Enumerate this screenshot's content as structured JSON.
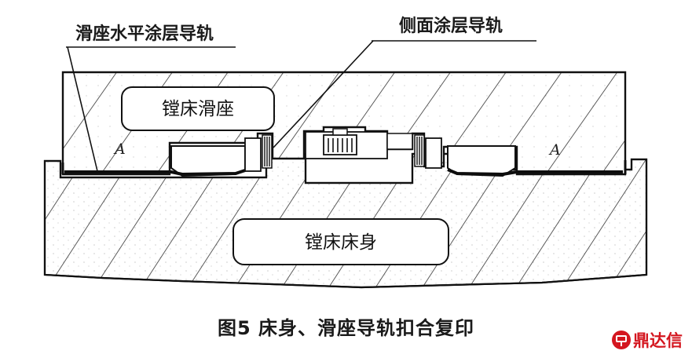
{
  "callouts": {
    "horizontal_guide": "滑座水平涂层导轨",
    "side_guide": "侧面涂层导轨"
  },
  "parts": {
    "saddle": "镗床滑座",
    "bed": "镗床床身"
  },
  "zones": {
    "left": "A",
    "right": "A"
  },
  "caption": "图5  床身、滑座导轨扣合复印",
  "watermark": "鼎达信",
  "colors": {
    "outline": "#111111",
    "hatch": "#333333",
    "coating": "#0d0d0d",
    "watermark": "#d4161f"
  }
}
